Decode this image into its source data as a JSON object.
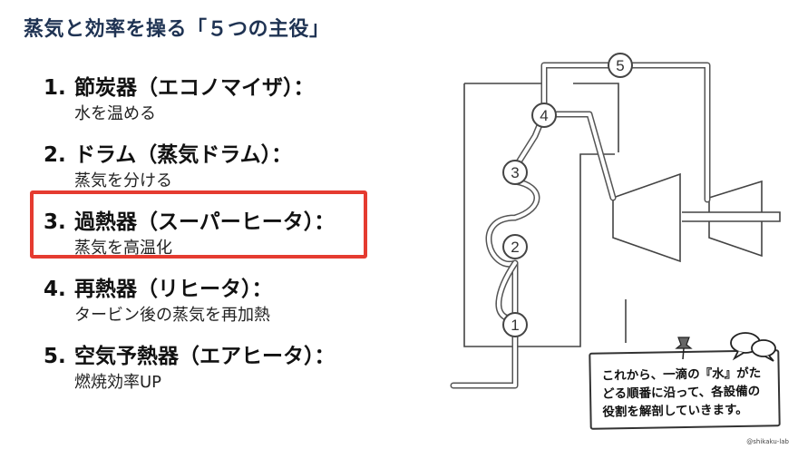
{
  "slide": {
    "title": "蒸気と効率を操る「５つの主役」",
    "credit": "@shikaku-lab"
  },
  "items": [
    {
      "num": "1.",
      "name": "節炭器（エコノマイザ）：",
      "desc": "水を温める"
    },
    {
      "num": "2.",
      "name": "ドラム（蒸気ドラム）：",
      "desc": "蒸気を分ける"
    },
    {
      "num": "3.",
      "name": "過熱器（スーパーヒータ）：",
      "desc": "蒸気を高温化"
    },
    {
      "num": "4.",
      "name": "再熱器（リヒータ）：",
      "desc": "タービン後の蒸気を再加熱"
    },
    {
      "num": "5.",
      "name": "空気予熱器（エアヒータ）：",
      "desc": "燃焼効率UP"
    }
  ],
  "highlighted_item": 3,
  "diagram": {
    "markers": [
      "1",
      "2",
      "3",
      "4",
      "5"
    ]
  },
  "note": {
    "line1": "これから、一滴の『水』がた",
    "line2": "どる順番に沿って、各設備の",
    "line3": "役割を解剖していきます。"
  },
  "colors": {
    "title": "#1f3353",
    "highlight": "#e53b30",
    "pipe": "#9a9a9a",
    "line": "#444444"
  }
}
